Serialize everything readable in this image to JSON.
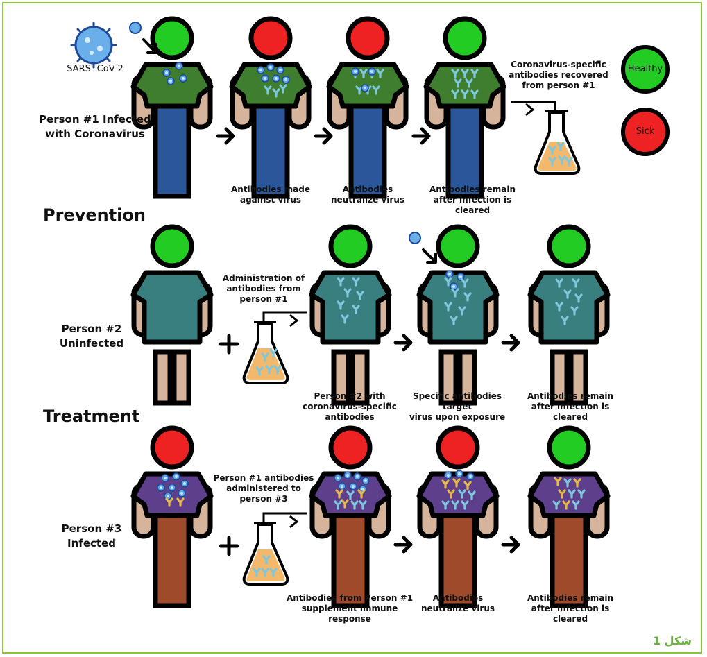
{
  "virus_label": "SARS- CoV-2",
  "legend": {
    "healthy": "Healthy",
    "sick": "Sick"
  },
  "colors": {
    "healthy": "#22cc22",
    "sick": "#ee2222",
    "frame": "#8cc63f",
    "row1_shirt": "#3f7d2f",
    "row2_shirt": "#3a7f80",
    "row3_shirt": "#5e3f8c",
    "row1_pants": "#2b579a",
    "row3_pants": "#a04a2c",
    "skin": "#d6b49c",
    "antibody": "#7fc7dd",
    "antibody_yellow": "#e7b94a",
    "flask_liquid": "#f2b86b"
  },
  "rows": {
    "row1": {
      "person_label": "Person #1 Infected\nwith Coronavirus",
      "captions": [
        "Antibodies made\nagainst virus",
        "Antibodies\nneutralize virus",
        "Antibodies remain\nafter infection is cleared"
      ],
      "flask_caption": "Coronavirus-specific\nantibodies recovered\nfrom person #1"
    },
    "row2": {
      "section_title": "Prevention",
      "person_label": "Person #2\nUninfected",
      "administration": "Administration of\nantibodies from\nperson #1",
      "captions": [
        "Person #2 with\ncoronavirus-specific\nantibodies",
        "Specific antibodies target\nvirus upon exposure",
        "Antibodies remain\nafter infection is cleared"
      ]
    },
    "row3": {
      "section_title": "Treatment",
      "person_label": "Person #3\nInfected",
      "administration": "Person #1 antibodies\nadministered to\nperson #3",
      "captions": [
        "Antibodies from Person #1\nsupplement immune response",
        "Antibodies\nneutralize virus",
        "Antibodies remain\nafter infection is cleared"
      ]
    }
  },
  "figure_caption": "شکل 1"
}
